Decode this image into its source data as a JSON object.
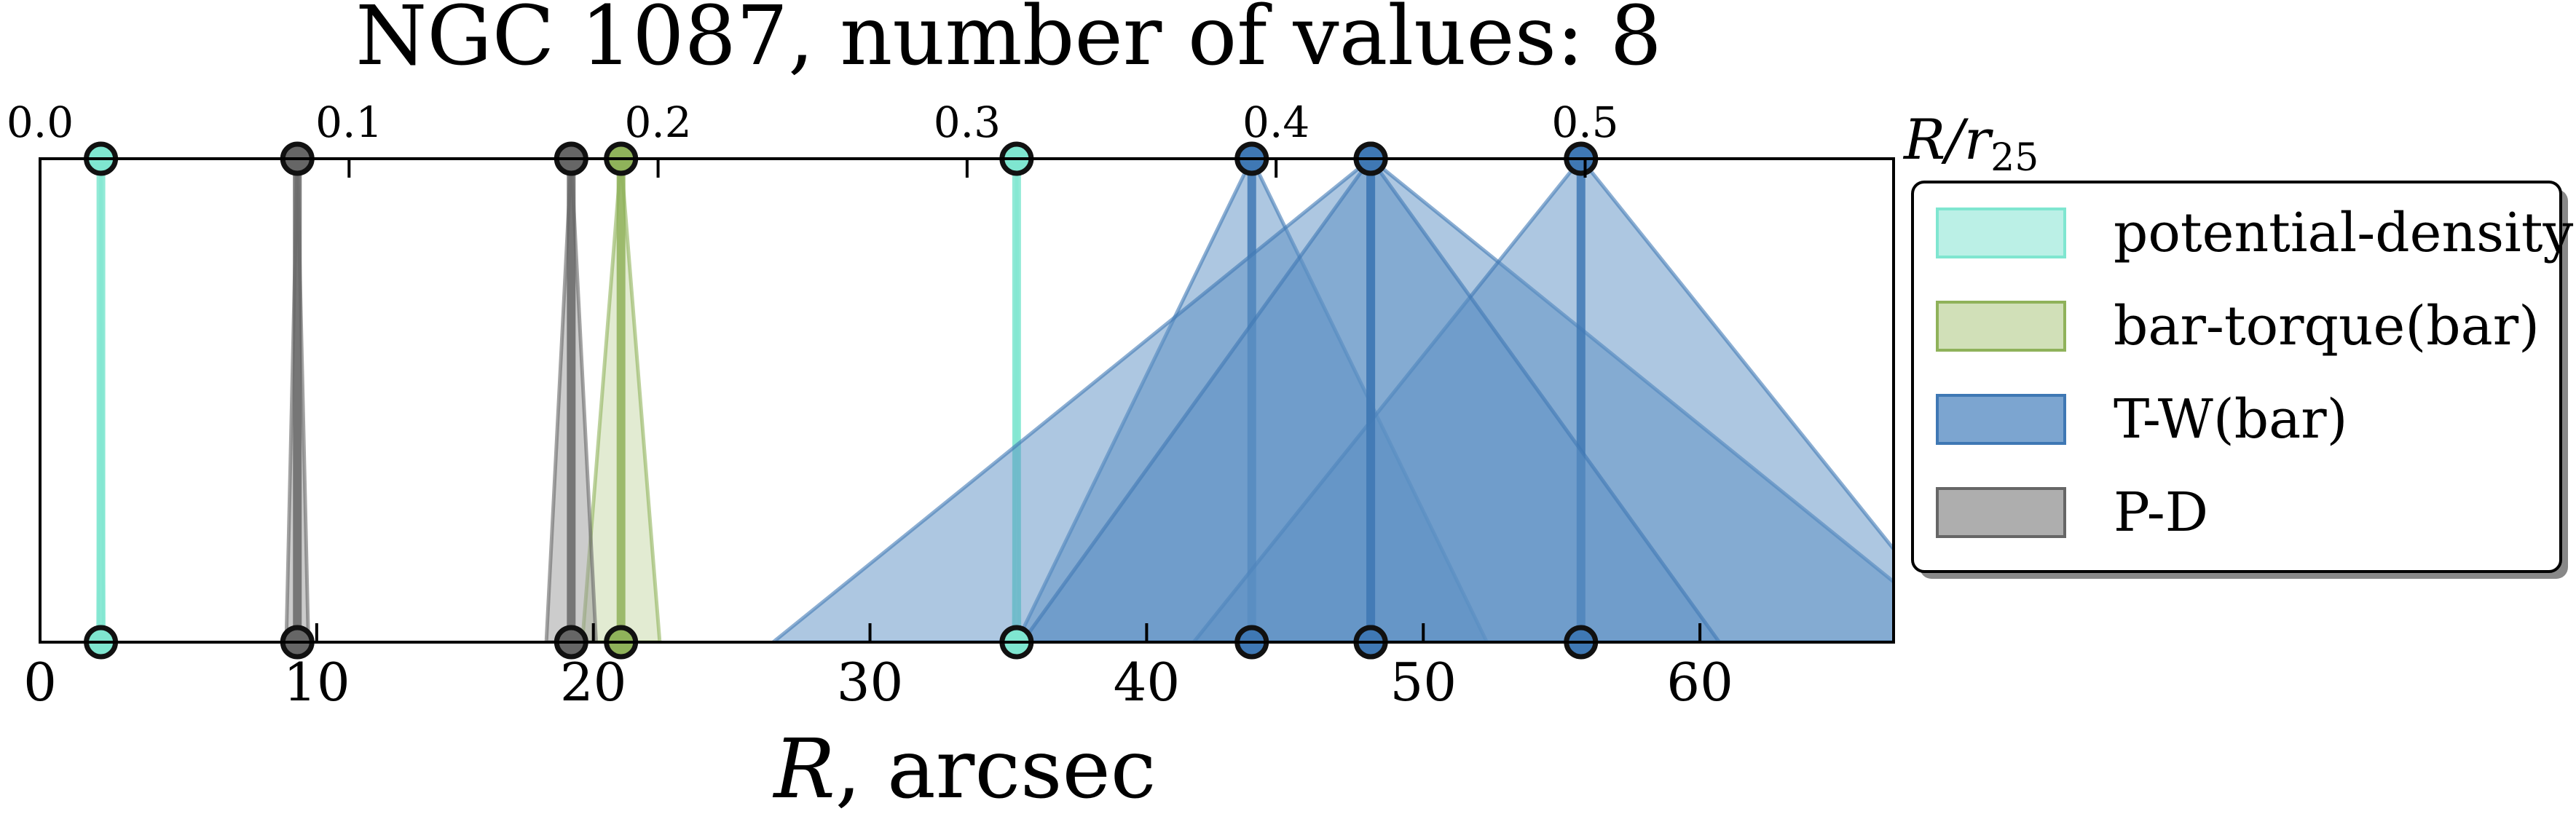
{
  "chart_data": {
    "type": "scatter",
    "title": "NGC 1087, number of values: 8",
    "xlabel_main": "R",
    "xlabel_rest": ", arcsec",
    "top_axis_label_base": "R/r",
    "top_axis_label_sub": "25",
    "xlim": [
      0,
      67
    ],
    "bottom_ticks": [
      0,
      10,
      20,
      30,
      40,
      50,
      60
    ],
    "r25_arcsec": 111.7,
    "top_ticks": [
      "0.0",
      "0.1",
      "0.2",
      "0.3",
      "0.4",
      "0.5"
    ],
    "legend_placement": "right, outside plot",
    "grid": false,
    "series": [
      {
        "name": "potential-density",
        "color": "#7fe6d0",
        "fill": "#aaece0",
        "points": [
          {
            "x": 2.2,
            "err": 0
          },
          {
            "x": 35.3,
            "err": 0
          }
        ]
      },
      {
        "name": "bar-torque(bar)",
        "color": "#8fb25a",
        "fill": "#c5d8a6",
        "points": [
          {
            "x": 21.0,
            "err": 1.4
          }
        ]
      },
      {
        "name": "T-W(bar)",
        "color": "#3f78b4",
        "fill": "#5b8fc4",
        "points": [
          {
            "x": 43.8,
            "err": 8.5
          },
          {
            "x": 48.1,
            "err": 21.6
          },
          {
            "x": 55.7,
            "err": 14.0
          },
          {
            "x": 48.1,
            "err": 12.6
          }
        ]
      },
      {
        "name": "P-D",
        "color": "#666666",
        "fill": "#9a9a9a",
        "points": [
          {
            "x": 9.3,
            "err": 0.4
          },
          {
            "x": 19.2,
            "err": 0.9
          }
        ]
      }
    ]
  }
}
